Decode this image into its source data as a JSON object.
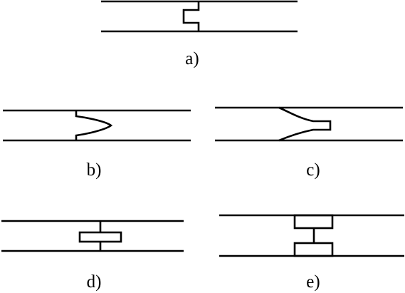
{
  "panels": {
    "a": {
      "label": "a)"
    },
    "b": {
      "label": "b)"
    },
    "c": {
      "label": "c)"
    },
    "d": {
      "label": "d)"
    },
    "e": {
      "label": "e)"
    }
  }
}
